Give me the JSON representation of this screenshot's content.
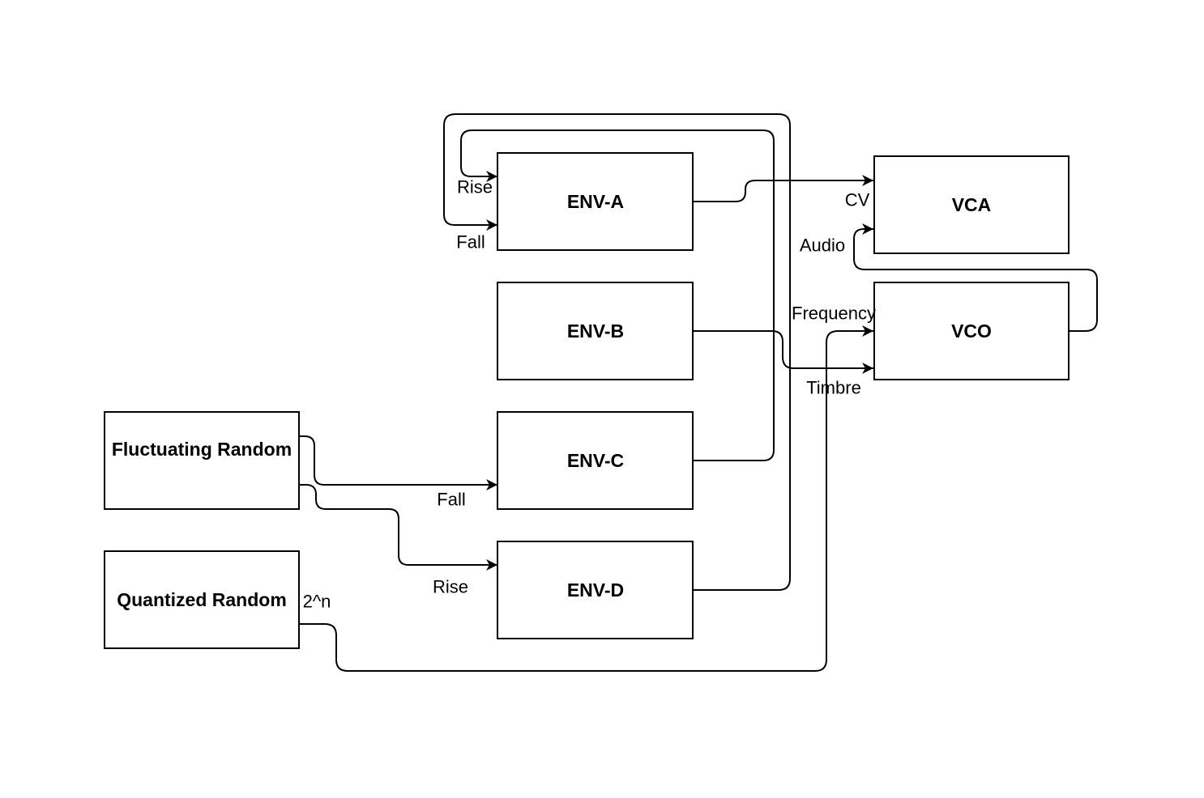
{
  "nodes": {
    "env_a": "ENV-A",
    "env_b": "ENV-B",
    "env_c": "ENV-C",
    "env_d": "ENV-D",
    "vca": "VCA",
    "vco": "VCO",
    "fluctuating_random": "Fluctuating Random",
    "quantized_random": "Quantized Random"
  },
  "ports": {
    "env_a_rise": "Rise",
    "env_a_fall": "Fall",
    "env_c_fall": "Fall",
    "env_d_rise": "Rise",
    "vca_cv": "CV",
    "vca_audio": "Audio",
    "vco_frequency": "Frequency",
    "vco_timbre": "Timbre",
    "quantized_random_out": "2^n"
  },
  "connections": [
    {
      "from": "ENV-A",
      "to": "VCA",
      "port": "CV"
    },
    {
      "from": "VCO",
      "to": "VCA",
      "port": "Audio"
    },
    {
      "from": "ENV-B",
      "to": "VCO",
      "port": "Timbre"
    },
    {
      "from": "ENV-C",
      "to": "ENV-A",
      "port": "Rise"
    },
    {
      "from": "ENV-D",
      "to": "ENV-A",
      "port": "Fall"
    },
    {
      "from": "Fluctuating Random",
      "to": "ENV-C",
      "port": "Fall"
    },
    {
      "from": "Fluctuating Random",
      "to": "ENV-D",
      "port": "Rise"
    },
    {
      "from": "Quantized Random",
      "to": "VCO",
      "port": "Frequency"
    }
  ],
  "colors": {
    "stroke": "#000000",
    "background": "#ffffff"
  }
}
